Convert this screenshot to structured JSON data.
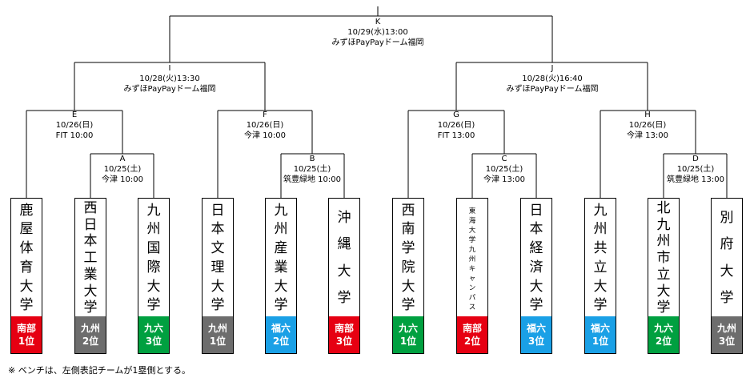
{
  "colors": {
    "red": "#e60012",
    "gray": "#6d6d6d",
    "green": "#00a040",
    "blue": "#1aa0e6"
  },
  "matches": {
    "K": {
      "label": "K",
      "line1": "10/29(水)13:00",
      "line2": "みずほPayPayドーム福岡"
    },
    "I": {
      "label": "I",
      "line1": "10/28(火)13:30",
      "line2": "みずほPayPayドーム福岡"
    },
    "J": {
      "label": "J",
      "line1": "10/28(火)16:40",
      "line2": "みずほPayPayドーム福岡"
    },
    "E": {
      "label": "E",
      "line1": "10/26(日)",
      "line2": "FIT 10:00"
    },
    "F": {
      "label": "F",
      "line1": "10/26(日)",
      "line2": "今津 10:00"
    },
    "G": {
      "label": "G",
      "line1": "10/26(日)",
      "line2": "FIT 13:00"
    },
    "H": {
      "label": "H",
      "line1": "10/26(日)",
      "line2": "今津 13:00"
    },
    "A": {
      "label": "A",
      "line1": "10/25(土)",
      "line2": "今津 10:00"
    },
    "B": {
      "label": "B",
      "line1": "10/25(土)",
      "line2": "筑豊緑地 10:00"
    },
    "C": {
      "label": "C",
      "line1": "10/25(土)",
      "line2": "今津 13:00"
    },
    "D": {
      "label": "D",
      "line1": "10/25(土)",
      "line2": "筑豊緑地 13:00"
    }
  },
  "teams": [
    {
      "name": "鹿屋体育大学",
      "league": "南部",
      "rank": "1位",
      "color": "red"
    },
    {
      "name": "西日本工業大学",
      "league": "九州",
      "rank": "2位",
      "color": "gray"
    },
    {
      "name": "九州国際大学",
      "league": "九六",
      "rank": "3位",
      "color": "green"
    },
    {
      "name": "日本文理大学",
      "league": "九州",
      "rank": "1位",
      "color": "gray"
    },
    {
      "name": "九州産業大学",
      "league": "福六",
      "rank": "2位",
      "color": "blue"
    },
    {
      "name": "沖縄大学",
      "league": "南部",
      "rank": "3位",
      "color": "red"
    },
    {
      "name": "西南学院大学",
      "league": "九六",
      "rank": "1位",
      "color": "green"
    },
    {
      "name": "東海大学九州キャンパス",
      "league": "南部",
      "rank": "2位",
      "color": "red"
    },
    {
      "name": "日本経済大学",
      "league": "福六",
      "rank": "3位",
      "color": "blue"
    },
    {
      "name": "九州共立大学",
      "league": "福六",
      "rank": "1位",
      "color": "blue"
    },
    {
      "name": "北九州市立大学",
      "league": "九六",
      "rank": "2位",
      "color": "green"
    },
    {
      "name": "別府大学",
      "league": "九州",
      "rank": "3位",
      "color": "gray"
    }
  ],
  "footnote": "※ ベンチは、左側表記チームが1塁側とする。"
}
